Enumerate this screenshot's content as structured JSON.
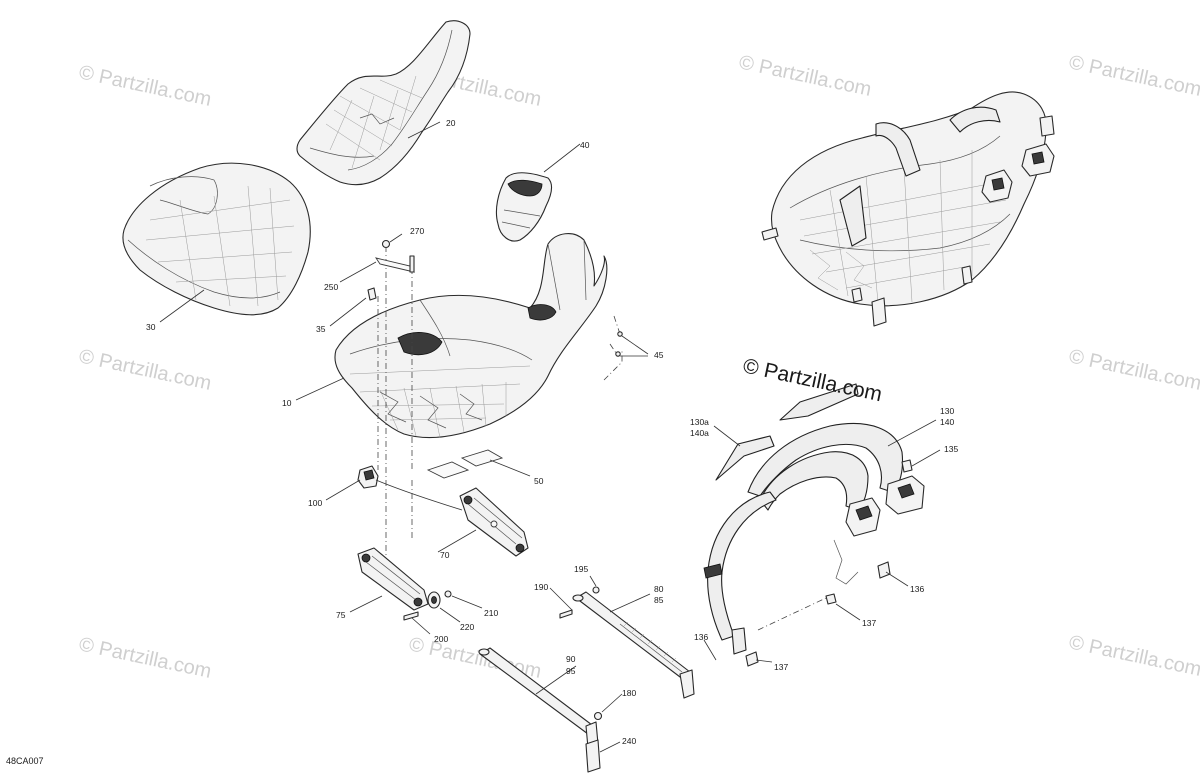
{
  "diagram_ref": "48CA007",
  "watermark": {
    "text": "© Partzilla.com",
    "featured": "© Partzilla.com"
  },
  "callouts": {
    "c10": "10",
    "c20": "20",
    "c30": "30",
    "c35": "35",
    "c40": "40",
    "c45": "45",
    "c50": "50",
    "c70": "70",
    "c75": "75",
    "c80": "80",
    "c85": "85",
    "c90": "90",
    "c95": "95",
    "c100": "100",
    "c130": "130",
    "c140": "140",
    "c130a": "130a",
    "c140a": "140a",
    "c135": "135",
    "c136a": "136",
    "c136b": "136",
    "c137a": "137",
    "c137b": "137",
    "c180": "180",
    "c190": "190",
    "c195": "195",
    "c200": "200",
    "c210": "210",
    "c220": "220",
    "c240": "240",
    "c250": "250",
    "c270": "270"
  }
}
